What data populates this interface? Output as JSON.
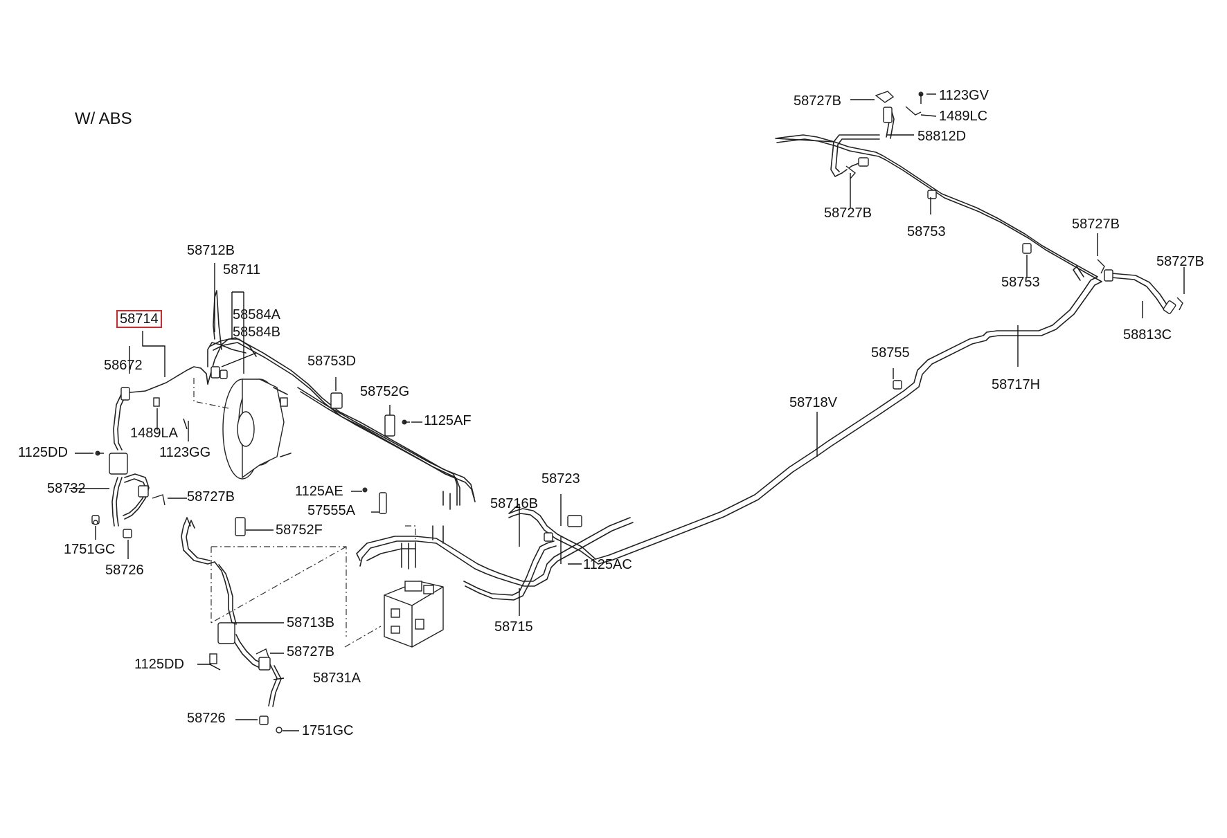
{
  "header": {
    "variant_note": "W/ ABS"
  },
  "colors": {
    "line": "#222222",
    "highlight": "#d9252a",
    "background": "#ffffff"
  },
  "labels": {
    "p58727B_a": "58727B",
    "p1123GV": "1123GV",
    "p1489LC": "1489LC",
    "p58812D": "58812D",
    "p58727B_b": "58727B",
    "p58753_a": "58753",
    "p58727B_c": "58727B",
    "p58727B_d": "58727B",
    "p58753_b": "58753",
    "p58813C": "58813C",
    "p58712B": "58712B",
    "p58711": "58711",
    "p58584A": "58584A",
    "p58584B": "58584B",
    "p58714": "58714",
    "p58672": "58672",
    "p58753D": "58753D",
    "p58752G": "58752G",
    "p1125AF": "1125AF",
    "p58755": "58755",
    "p58717H": "58717H",
    "p58718V": "58718V",
    "p1489LA": "1489LA",
    "p1123GG": "1123GG",
    "p1125DD_a": "1125DD",
    "p58732": "58732",
    "p58727B_e": "58727B",
    "p1751GC_a": "1751GC",
    "p58726_a": "58726",
    "p1125AE": "1125AE",
    "p57555A": "57555A",
    "p58752F": "58752F",
    "p58716B": "58716B",
    "p58723": "58723",
    "p1125AC": "1125AC",
    "p58715": "58715",
    "p58713B": "58713B",
    "p58727B_f": "58727B",
    "p1125DD_b": "1125DD",
    "p58731A": "58731A",
    "p58726_b": "58726",
    "p1751GC_b": "1751GC"
  }
}
